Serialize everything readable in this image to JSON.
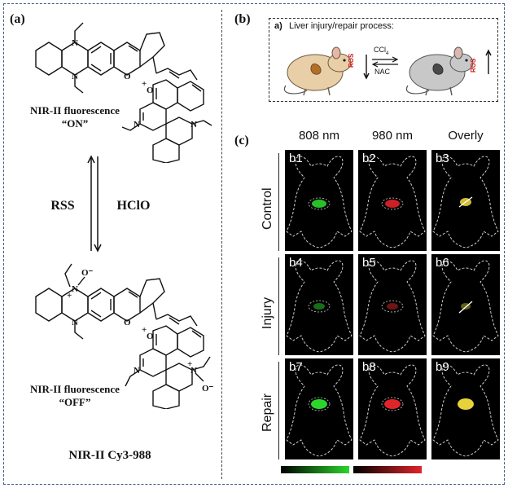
{
  "labels": {
    "panel_a": "(a)",
    "panel_b": "(b)",
    "panel_c": "(c)"
  },
  "panel_a": {
    "on_line1": "NIR-II fluorescence",
    "on_line2": "“ON”",
    "off_line1": "NIR-II fluorescence",
    "off_line2": "“OFF”",
    "reagent_left": "RSS",
    "reagent_right": "HClO",
    "probe_name": "NIR-II Cy3-988",
    "atoms": {
      "N": "N",
      "O": "O",
      "plus": "+",
      "ominus": "O⁻"
    }
  },
  "panel_b": {
    "title": "Liver injury/repair process:",
    "sub_label": "a)",
    "ccl4": "CCl",
    "ccl4_sub": "4",
    "nac": "NAC",
    "ros": "ROS"
  },
  "panel_c": {
    "columns": [
      "808 nm",
      "980 nm",
      "Overly"
    ],
    "rows": [
      "Control",
      "Injury",
      "Repair"
    ],
    "panels": [
      "b1",
      "b2",
      "b3",
      "b4",
      "b5",
      "b6",
      "b7",
      "b8",
      "b9"
    ],
    "signal_colors": {
      "green": "#2bd62b",
      "red": "#e0242a",
      "yellow": "#e6d23a"
    }
  }
}
